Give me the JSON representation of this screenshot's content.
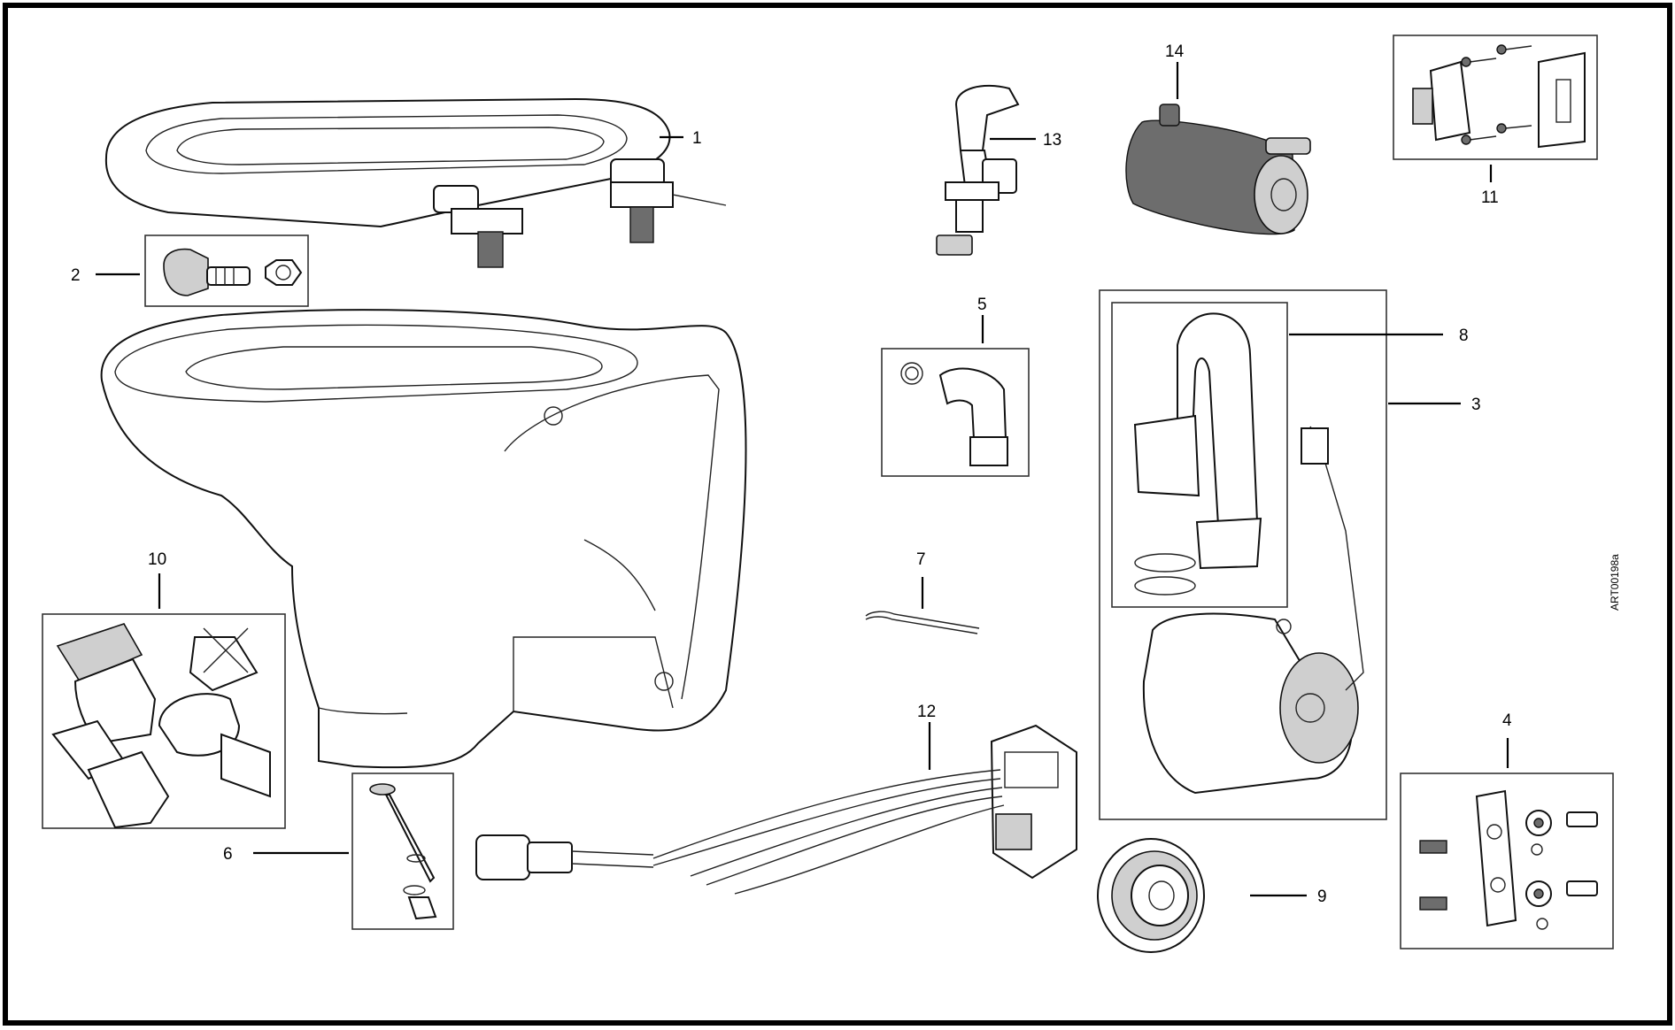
{
  "diagram": {
    "art_code": "ART00198a",
    "callouts": [
      {
        "id": "1",
        "label": "1"
      },
      {
        "id": "2",
        "label": "2"
      },
      {
        "id": "3",
        "label": "3"
      },
      {
        "id": "4",
        "label": "4"
      },
      {
        "id": "5",
        "label": "5"
      },
      {
        "id": "6",
        "label": "6"
      },
      {
        "id": "7",
        "label": "7"
      },
      {
        "id": "8",
        "label": "8"
      },
      {
        "id": "9",
        "label": "9"
      },
      {
        "id": "10",
        "label": "10"
      },
      {
        "id": "11",
        "label": "11"
      },
      {
        "id": "12",
        "label": "12"
      },
      {
        "id": "13",
        "label": "13"
      },
      {
        "id": "14",
        "label": "14"
      }
    ]
  }
}
